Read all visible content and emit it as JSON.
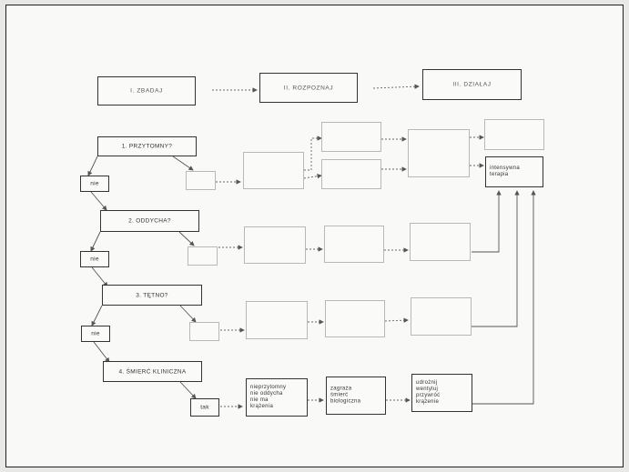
{
  "header": {
    "step1": "I. ZBADAJ",
    "step2": "II. ROZPOZNAJ",
    "step3": "III. DZIAŁAJ"
  },
  "questions": {
    "q1": "1. PRZYTOMNY?",
    "q2": "2. ODDYCHA?",
    "q3": "3. TĘTNO?",
    "q4": "4. ŚMIERĆ KLINICZNA"
  },
  "answers": {
    "nie1": "nie",
    "nie2": "nie",
    "nie3": "nie",
    "tak": "tak"
  },
  "actions": {
    "intensive": "intensywna\nterapia",
    "recog": "nieprzytomny\nnie oddycha\nnie ma\nkrążenia",
    "death": "zagraża\nśmierć\nbiologiczna",
    "act": "udrożnij\nwentyluj\nprzywróć\nkrążenie"
  },
  "colors": {
    "line": "#333333",
    "faint": "#b8b8b8",
    "background": "#f9f9f7"
  }
}
